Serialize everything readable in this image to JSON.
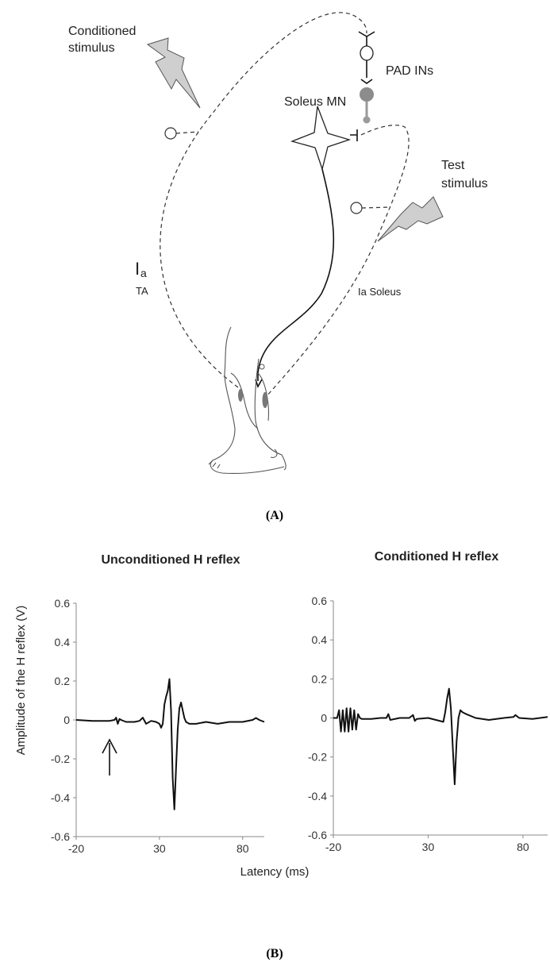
{
  "panel_a": {
    "caption": "(A)",
    "labels": {
      "conditioned_stimulus_line1": "Conditioned",
      "conditioned_stimulus_line2": "stimulus",
      "pad_ins": "PAD INs",
      "soleus_mn": "Soleus MN",
      "test_stimulus_line1": "Test",
      "test_stimulus_line2": "stimulus",
      "ia_main": "I",
      "ia_sub": "a",
      "ta": "TA",
      "ia_soleus": "Ia Soleus"
    },
    "icons": [
      "lightning-bolt-icon",
      "neuron-icon",
      "synapse-icon",
      "leg-icon"
    ]
  },
  "panel_b": {
    "caption": "(B)",
    "ylabel": "Amplitude of the H reflex (V)",
    "xlabel": "Latency (ms)",
    "left_title": "Unconditioned H reflex",
    "right_title": "Conditioned H reflex"
  },
  "chart_data": [
    {
      "type": "line",
      "title": "Unconditioned H reflex",
      "xlabel": "Latency (ms)",
      "ylabel": "Amplitude of the H reflex (V)",
      "xlim": [
        -20,
        93
      ],
      "ylim": [
        -0.6,
        0.6
      ],
      "xticks": [
        -20,
        30,
        80
      ],
      "yticks": [
        0.6,
        0.4,
        0.2,
        0,
        -0.2,
        -0.4,
        -0.6
      ],
      "tick_labels_x": [
        "-20",
        "30",
        "80"
      ],
      "tick_labels_y": [
        "0.6",
        "0.4",
        "0.2",
        "0",
        "-0.2",
        "-0.4",
        "-0.6"
      ],
      "annotation": "upward arrow at stimulus onset (~5 ms)",
      "series": [
        {
          "x": [
            -20,
            -10,
            0,
            3,
            4,
            5,
            6,
            7,
            10,
            15,
            18,
            20,
            22,
            25,
            28,
            30,
            31,
            32,
            33,
            34,
            35,
            36,
            37,
            38,
            39,
            40,
            41,
            42,
            43,
            44,
            45,
            46,
            48,
            52,
            58,
            65,
            72,
            80,
            86,
            88,
            90,
            93
          ],
          "y": [
            0,
            -0.005,
            -0.005,
            0,
            0.012,
            -0.02,
            0.005,
            0,
            -0.01,
            -0.01,
            -0.005,
            0.012,
            -0.02,
            -0.005,
            -0.01,
            -0.02,
            -0.04,
            -0.02,
            0.08,
            0.12,
            0.15,
            0.21,
            0.05,
            -0.3,
            -0.46,
            -0.25,
            -0.05,
            0.06,
            0.09,
            0.05,
            0.01,
            -0.01,
            -0.02,
            -0.02,
            -0.01,
            -0.02,
            -0.01,
            -0.01,
            0,
            0.01,
            0,
            -0.01
          ]
        }
      ]
    },
    {
      "type": "line",
      "title": "Conditioned H reflex",
      "xlabel": "Latency (ms)",
      "ylabel": "",
      "xlim": [
        -20,
        93
      ],
      "ylim": [
        -0.6,
        0.6
      ],
      "xticks": [
        -20,
        30,
        80
      ],
      "yticks": [
        0.6,
        0.4,
        0.2,
        0,
        -0.2,
        -0.4,
        -0.6
      ],
      "tick_labels_x": [
        "-20",
        "30",
        "80"
      ],
      "tick_labels_y": [
        "0.6",
        "0.4",
        "0.2",
        "0",
        "-0.2",
        "-0.4",
        "-0.6"
      ],
      "series": [
        {
          "x": [
            -20,
            -18,
            -17,
            -16,
            -15,
            -14,
            -13,
            -12,
            -11,
            -10,
            -9,
            -8,
            -7,
            -6,
            -5,
            0,
            5,
            8,
            9,
            10,
            15,
            20,
            22,
            23,
            24,
            30,
            38,
            39,
            40,
            41,
            42,
            43,
            44,
            45,
            46,
            47,
            48,
            50,
            55,
            62,
            70,
            75,
            76,
            78,
            85,
            93
          ],
          "y": [
            0,
            0,
            0.04,
            -0.07,
            0.04,
            -0.07,
            0.05,
            -0.07,
            0.05,
            -0.06,
            0.04,
            -0.06,
            0.02,
            0,
            -0.005,
            -0.005,
            0,
            0,
            0.02,
            -0.01,
            0,
            0,
            0.015,
            -0.015,
            -0.005,
            0,
            -0.02,
            0.03,
            0.1,
            0.15,
            0.05,
            -0.15,
            -0.34,
            -0.12,
            0,
            0.04,
            0.03,
            0.02,
            0,
            -0.01,
            0,
            0.005,
            0.015,
            0,
            -0.005,
            0.005
          ]
        }
      ]
    }
  ]
}
